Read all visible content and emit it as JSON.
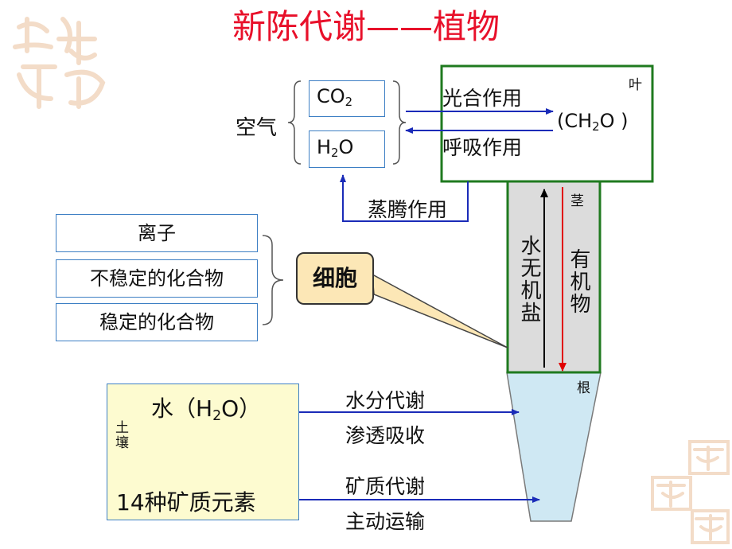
{
  "title": "新陈代谢——植物",
  "air": {
    "label": "空气",
    "co2": {
      "main": "CO",
      "sub": "2"
    },
    "h2o": {
      "pre": "H",
      "sub": "2",
      "post": "O"
    }
  },
  "leaf": {
    "label": "叶",
    "product": {
      "pre": "(CH",
      "sub": "2",
      "post": "O )"
    },
    "photosynthesis": "光合作用",
    "respiration": "呼吸作用"
  },
  "transpiration": "蒸腾作用",
  "stem": {
    "label": "茎",
    "up": "水无机盐",
    "down": "有机物"
  },
  "root": {
    "label": "根"
  },
  "cell": {
    "label": "细胞",
    "items": [
      "离子",
      "不稳定的化合物",
      "稳定的化合物"
    ]
  },
  "soil": {
    "label": "土壤",
    "water": {
      "pre": "水（H",
      "sub": "2",
      "post": "O）"
    },
    "minerals": "14种矿质元素"
  },
  "processes": {
    "water_metabolism": "水分代谢",
    "osmosis": "渗透吸收",
    "mineral_metabolism": "矿质代谢",
    "active_transport": "主动运输"
  },
  "colors": {
    "title": "#e8102a",
    "arrow_blue": "#1a2bb8",
    "arrow_red": "#e00000",
    "leaf_border": "#1f7a1f",
    "box_border": "#3d7fc4",
    "cell_fill": "#fce7b6",
    "soil_fill": "#fdfbd0",
    "root_fill": "#cfe8f3",
    "stem_fill": "#dcdcdc"
  }
}
